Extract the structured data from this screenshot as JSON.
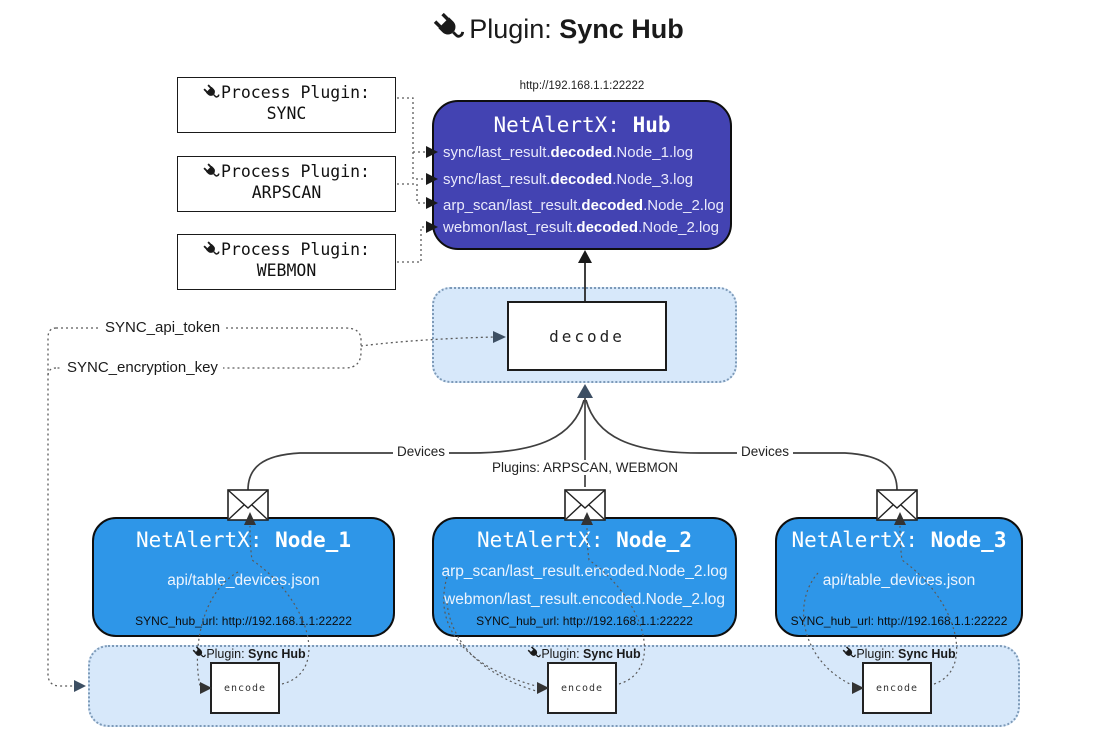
{
  "title": {
    "prefix": "Plugin: ",
    "bold": "Sync Hub"
  },
  "hub": {
    "url": "http://192.168.1.1:22222",
    "name": {
      "prefix": "NetAlertX: ",
      "bold": "Hub"
    },
    "logs": [
      {
        "pre": "sync/last_result.",
        "bold": "decoded",
        "post": ".Node_1.log"
      },
      {
        "pre": "sync/last_result.",
        "bold": "decoded",
        "post": ".Node_3.log"
      },
      {
        "pre": "arp_scan/last_result.",
        "bold": "decoded",
        "post": ".Node_2.log"
      },
      {
        "pre": "webmon/last_result.",
        "bold": "decoded",
        "post": ".Node_2.log"
      }
    ]
  },
  "process_plugins": [
    {
      "title": "Process Plugin:",
      "name": "SYNC"
    },
    {
      "title": "Process Plugin:",
      "name": "ARPSCAN"
    },
    {
      "title": "Process Plugin:",
      "name": "WEBMON"
    }
  ],
  "decode": {
    "label": "decode"
  },
  "settings": {
    "api_token": "SYNC_api_token",
    "encryption_key": "SYNC_encryption_key"
  },
  "edge_labels": {
    "devices_left": "Devices",
    "devices_right": "Devices",
    "plugins_mid": "Plugins: ARPSCAN, WEBMON"
  },
  "nodes": [
    {
      "name": {
        "prefix": "NetAlertX: ",
        "bold": "Node_1"
      },
      "files": [
        "api/table_devices.json"
      ],
      "hub_url": "SYNC_hub_url: http://192.168.1.1:22222"
    },
    {
      "name": {
        "prefix": "NetAlertX: ",
        "bold": "Node_2"
      },
      "files": [
        "arp_scan/last_result.encoded.Node_2.log",
        "webmon/last_result.encoded.Node_2.log"
      ],
      "hub_url": "SYNC_hub_url: http://192.168.1.1:22222"
    },
    {
      "name": {
        "prefix": "NetAlertX: ",
        "bold": "Node_3"
      },
      "files": [
        "api/table_devices.json"
      ],
      "hub_url": "SYNC_hub_url: http://192.168.1.1:22222"
    }
  ],
  "encode_bar": {
    "plugin_label": {
      "prefix": "Plugin: ",
      "bold": "Sync Hub"
    },
    "encode_label": "encode"
  },
  "icons": {
    "title": "plug-icon",
    "process_plugin": "plug-icon",
    "encode_section": "plug-icon",
    "node_mail": "envelope-icon"
  },
  "colors": {
    "hub_fill": "#4343b2",
    "node_fill": "#2e96e8",
    "container_fill": "#d7e8fa",
    "container_border": "#7d9ab8",
    "arrow_dark": "#3d4f63",
    "line": "#444444"
  }
}
